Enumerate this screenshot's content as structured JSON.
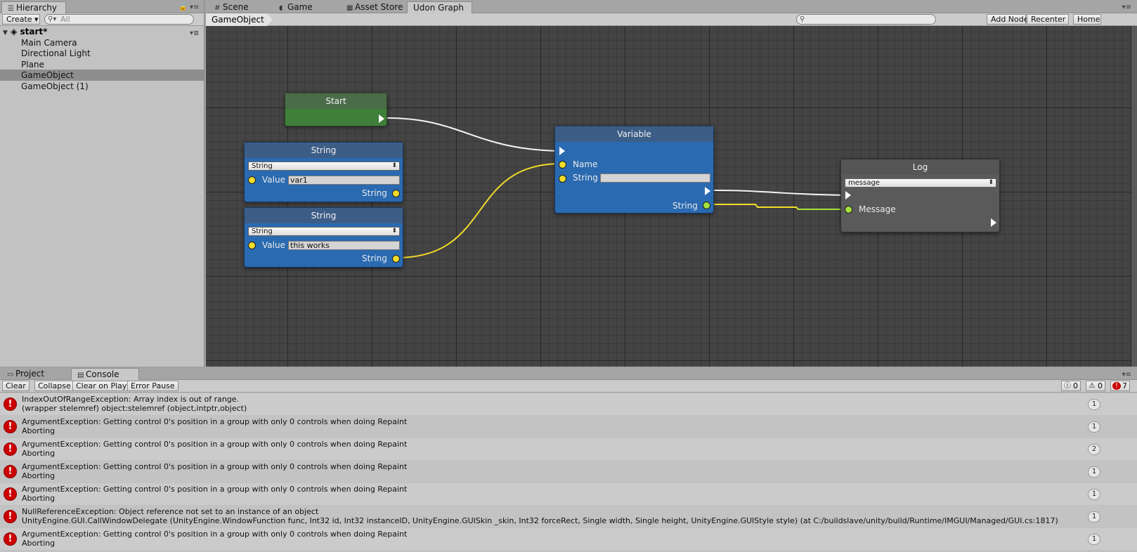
{
  "hierarchy": {
    "tab_label": "Hierarchy",
    "create_label": "Create",
    "search_placeholder": "All",
    "scene_name": "start*",
    "items": [
      {
        "label": "Main Camera",
        "selected": false
      },
      {
        "label": "Directional Light",
        "selected": false
      },
      {
        "label": "Plane",
        "selected": false
      },
      {
        "label": "GameObject",
        "selected": true
      },
      {
        "label": "GameObject (1)",
        "selected": false
      }
    ]
  },
  "tabs": [
    {
      "label": "Scene",
      "icon": "hash-icon"
    },
    {
      "label": "Game",
      "icon": "pacman-icon"
    },
    {
      "label": "Asset Store",
      "icon": "store-icon"
    },
    {
      "label": "Udon Graph",
      "icon": "",
      "active": true
    }
  ],
  "graph": {
    "breadcrumb": "GameObject",
    "add_node_label": "Add Node",
    "recenter_label": "Recenter",
    "home_label": "Home",
    "nodes": {
      "start": {
        "title": "Start"
      },
      "string1": {
        "title": "String",
        "type": "String",
        "value_label": "Value",
        "value": "var1",
        "out_label": "String"
      },
      "string2": {
        "title": "String",
        "type": "String",
        "value_label": "Value",
        "value": "this works",
        "out_label": "String"
      },
      "variable": {
        "title": "Variable",
        "name_label": "Name",
        "string_label": "String",
        "string_value": "",
        "out_label": "String"
      },
      "log": {
        "title": "Log",
        "option": "message",
        "message_label": "Message"
      }
    },
    "colors": {
      "background": "#444444",
      "event_node": "#3f7f3a",
      "data_node": "#2a6ab1",
      "method_node": "#5a5a5a",
      "string_port": "#f2dc2a",
      "connected_port": "#a4e23d"
    }
  },
  "console": {
    "tabs": [
      {
        "label": "Project",
        "icon": "folder-icon"
      },
      {
        "label": "Console",
        "icon": "console-icon",
        "active": true
      }
    ],
    "buttons": {
      "clear": "Clear",
      "collapse": "Collapse",
      "clear_on_play": "Clear on Play",
      "error_pause": "Error Pause"
    },
    "counts": {
      "info": "0",
      "warnings": "0",
      "errors": "7"
    },
    "entries": [
      {
        "line1": "IndexOutOfRangeException: Array index is out of range.",
        "line2": "(wrapper stelemref) object:stelemref (object,intptr,object)",
        "count": "1"
      },
      {
        "line1": "ArgumentException: Getting control 0's position in a group with only 0 controls when doing Repaint",
        "line2": "Aborting",
        "count": "1"
      },
      {
        "line1": "ArgumentException: Getting control 0's position in a group with only 0 controls when doing Repaint",
        "line2": "Aborting",
        "count": "2"
      },
      {
        "line1": "ArgumentException: Getting control 0's position in a group with only 0 controls when doing Repaint",
        "line2": "Aborting",
        "count": "1"
      },
      {
        "line1": "ArgumentException: Getting control 0's position in a group with only 0 controls when doing Repaint",
        "line2": "Aborting",
        "count": "1"
      },
      {
        "line1": "NullReferenceException: Object reference not set to an instance of an object",
        "line2": "UnityEngine.GUI.CallWindowDelegate (UnityEngine.WindowFunction func, Int32 id, Int32 instanceID, UnityEngine.GUISkin _skin, Int32 forceRect, Single width, Single height, UnityEngine.GUIStyle style) (at C:/buildslave/unity/build/Runtime/IMGUI/Managed/GUI.cs:1817)",
        "count": "1"
      },
      {
        "line1": "ArgumentException: Getting control 0's position in a group with only 0 controls when doing Repaint",
        "line2": "Aborting",
        "count": "1"
      }
    ],
    "error_color": "#cc0000"
  }
}
